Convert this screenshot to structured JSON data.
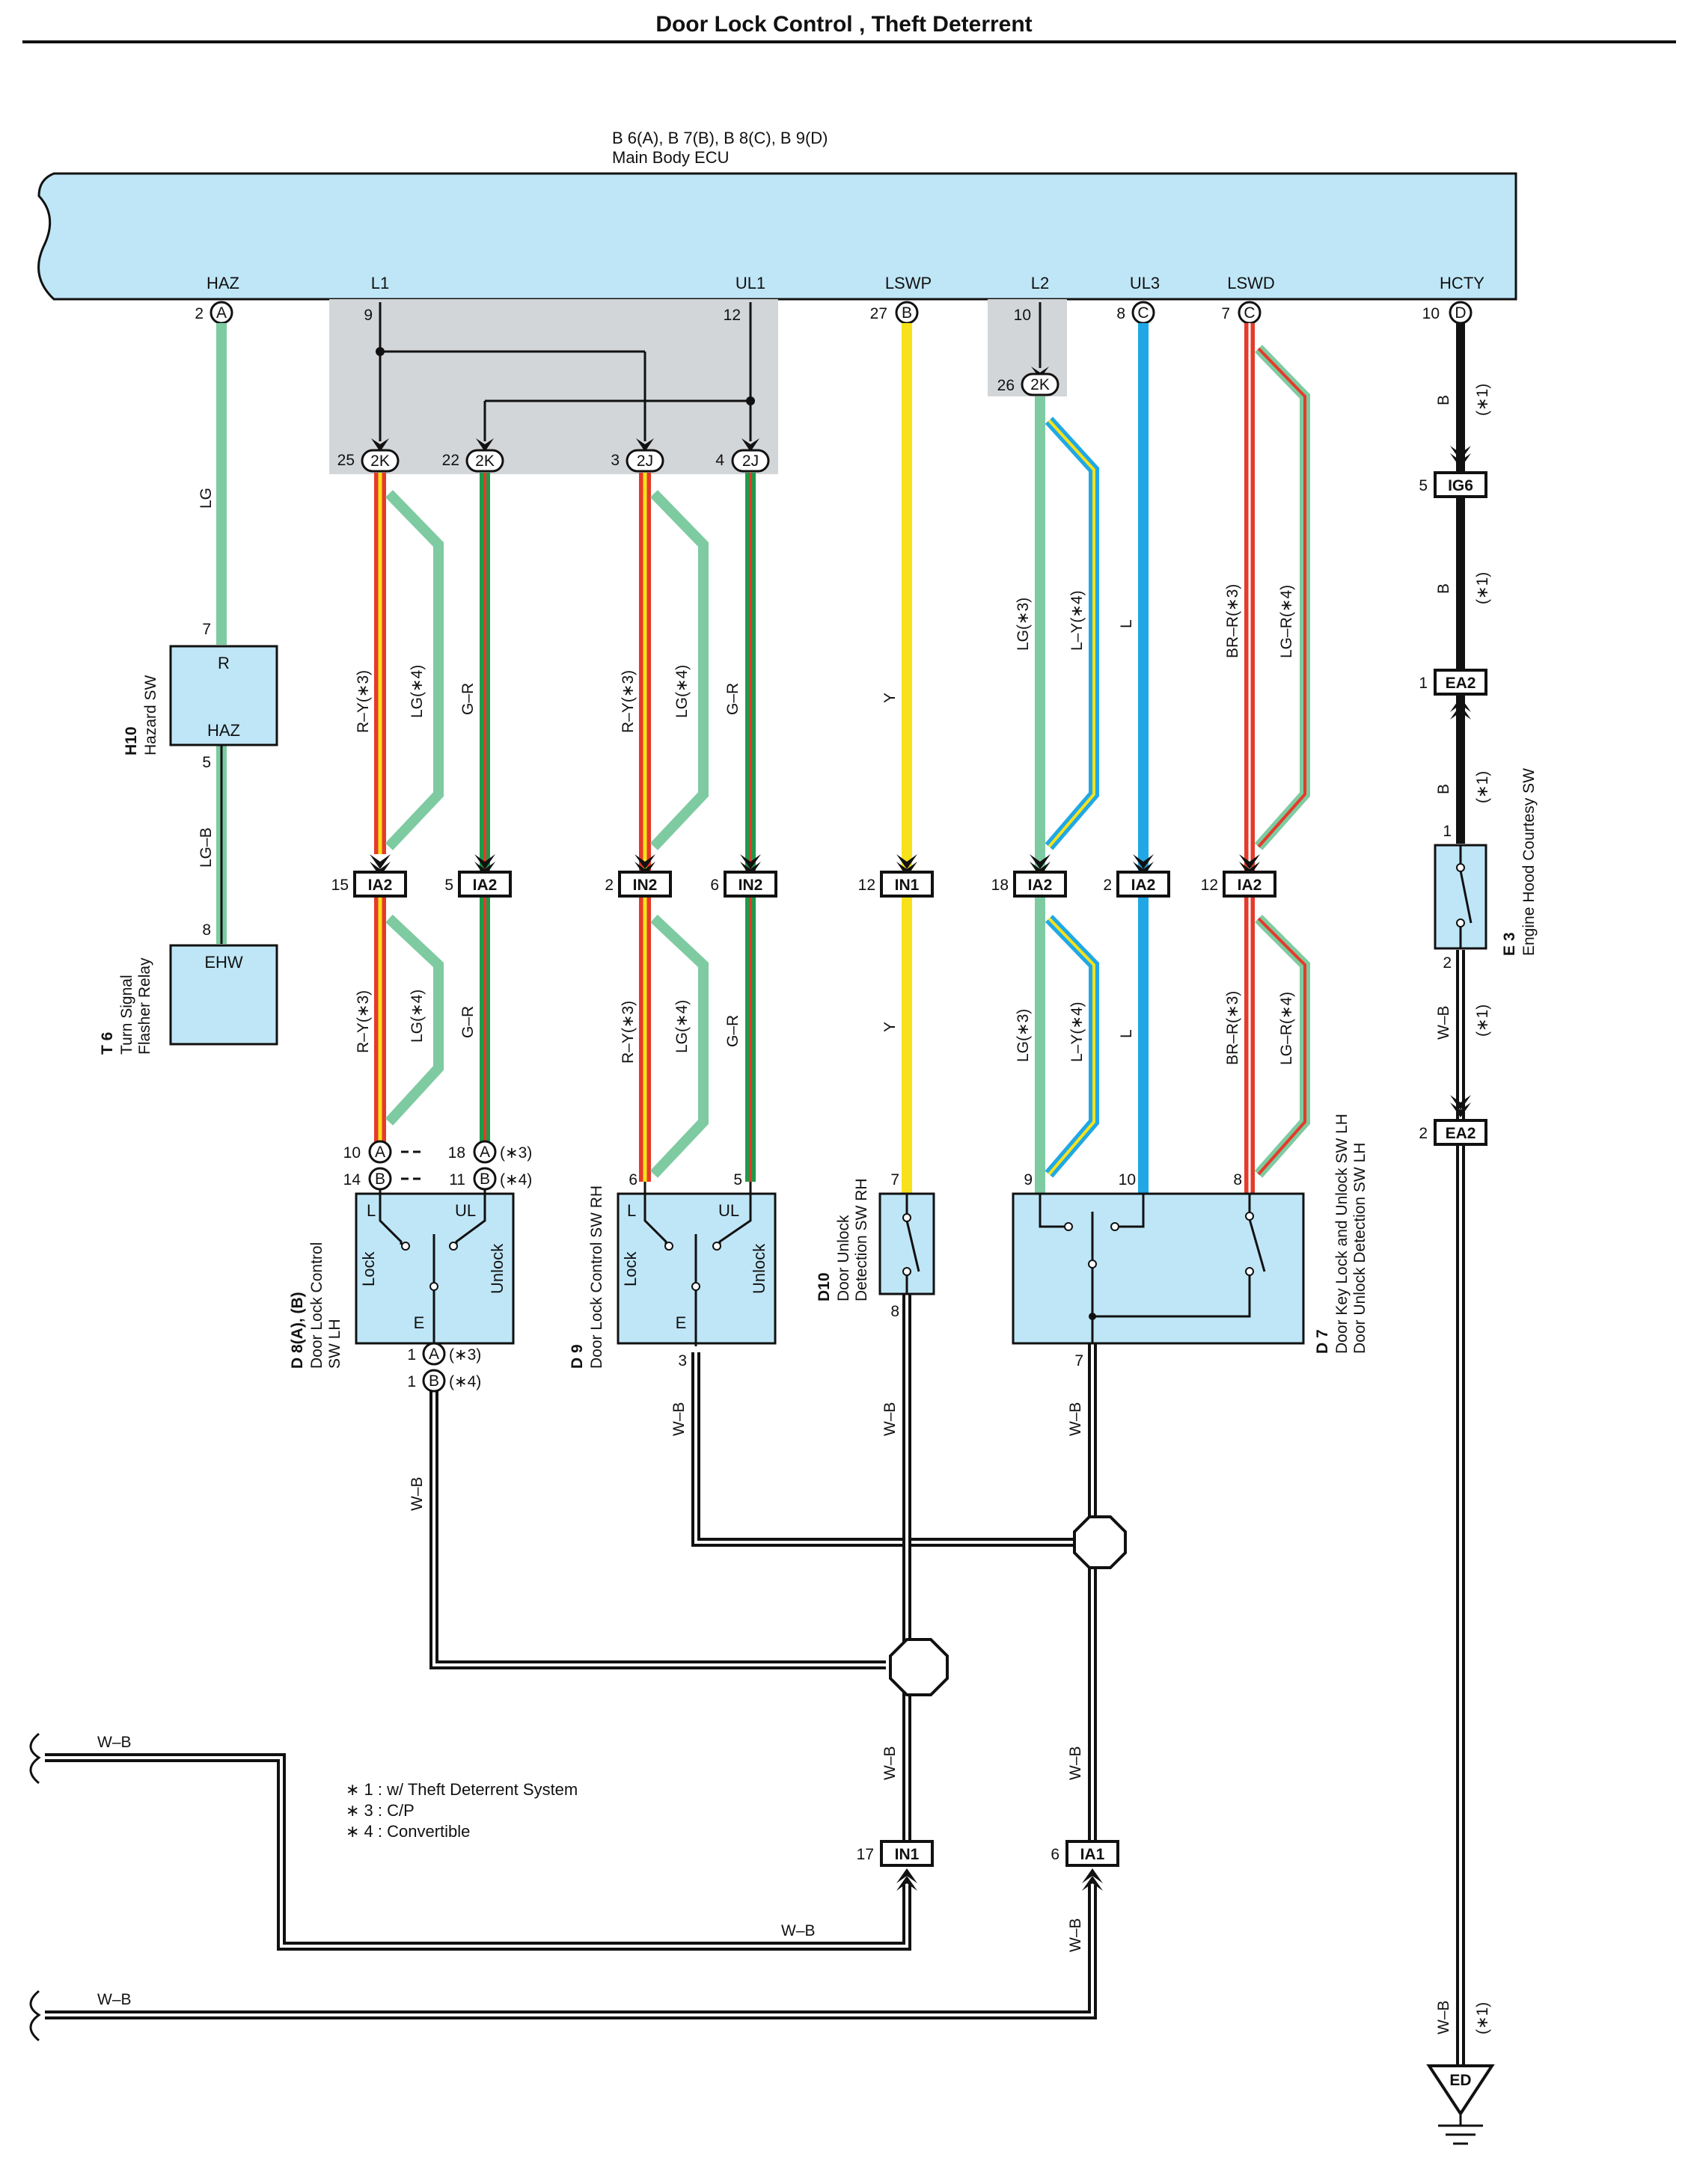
{
  "title": "Door Lock Control , Theft Deterrent",
  "ecu": {
    "codes": "B 6(A), B 7(B), B 8(C), B 9(D)",
    "name": "Main Body ECU",
    "terminals": {
      "haz": {
        "label": "HAZ",
        "pin": "2",
        "conn": "A"
      },
      "l1": {
        "label": "L1",
        "pin": "9"
      },
      "ul1": {
        "label": "UL1",
        "pin": "12"
      },
      "lswp": {
        "label": "LSWP",
        "pin": "27",
        "conn": "B"
      },
      "l2": {
        "label": "L2",
        "pin": "10"
      },
      "ul3": {
        "label": "UL3",
        "pin": "8",
        "conn": "C"
      },
      "lswd": {
        "label": "LSWD",
        "pin": "7",
        "conn": "C"
      },
      "hcty": {
        "label": "HCTY",
        "pin": "10",
        "conn": "D"
      }
    }
  },
  "junctions": {
    "j2k_a": {
      "pin": "25",
      "label": "2K"
    },
    "j2k_b": {
      "pin": "22",
      "label": "2K"
    },
    "j2j_a": {
      "pin": "3",
      "label": "2J"
    },
    "j2j_b": {
      "pin": "4",
      "label": "2J"
    },
    "j2k_c": {
      "pin": "26",
      "label": "2K"
    }
  },
  "connectors_mid": [
    {
      "pin": "15",
      "label": "IA2"
    },
    {
      "pin": "5",
      "label": "IA2"
    },
    {
      "pin": "2",
      "label": "IN2"
    },
    {
      "pin": "6",
      "label": "IN2"
    },
    {
      "pin": "12",
      "label": "IN1"
    },
    {
      "pin": "18",
      "label": "IA2"
    },
    {
      "pin": "2",
      "label": "IA2"
    },
    {
      "pin": "12",
      "label": "IA2"
    }
  ],
  "hcty_connectors": {
    "ig6": {
      "pin": "5",
      "label": "IG6"
    },
    "ea2_top": {
      "pin": "1",
      "label": "EA2"
    },
    "ea2_bottom": {
      "pin": "2",
      "label": "EA2"
    },
    "ed": {
      "label": "ED"
    }
  },
  "wire_labels": {
    "lg": "LG",
    "lg_b": "LG–B",
    "ry3": "R–Y(∗3)",
    "lg4": "LG(∗4)",
    "gr": "G–R",
    "y": "Y",
    "lg3": "LG(∗3)",
    "ly4": "L–Y(∗4)",
    "l": "L",
    "brr3": "BR–R(∗3)",
    "lgr4": "LG–R(∗4)",
    "b": "B",
    "star1": "(∗1)",
    "wb": "W–B"
  },
  "components": {
    "h10": {
      "code": "H10",
      "name": "Hazard SW",
      "pin_top": "7",
      "pin_bottom": "5",
      "t_top": "R",
      "t_bottom": "HAZ"
    },
    "t6": {
      "code": "T 6",
      "name1": "Turn Signal",
      "name2": "Flasher Relay",
      "pin": "8",
      "terminal": "EHW"
    },
    "d8": {
      "code": "D 8(A), (B)",
      "name1": "Door Lock Control",
      "name2": "SW LH",
      "t_l": "L",
      "t_ul": "UL",
      "t_e": "E",
      "lock": "Lock",
      "unlock": "Unlock",
      "pins": {
        "a10": "10",
        "a18": "18",
        "b14": "14",
        "b11": "11",
        "e1a": "1",
        "e1b": "1"
      },
      "conn_a": "A",
      "conn_b": "B",
      "star3": "(∗3)",
      "star4": "(∗4)"
    },
    "d9": {
      "code": "D 9",
      "name": "Door Lock Control SW RH",
      "t_l": "L",
      "t_ul": "UL",
      "t_e": "E",
      "lock": "Lock",
      "unlock": "Unlock",
      "p6": "6",
      "p5": "5",
      "p3": "3"
    },
    "d10": {
      "code": "D10",
      "name1": "Door Unlock",
      "name2": "Detection SW RH",
      "p7": "7",
      "p8": "8"
    },
    "d7": {
      "code": "D 7",
      "name1": "Door Key Lock and Unlock SW LH",
      "name2": "Door Unlock Detection SW LH",
      "p9": "9",
      "p10": "10",
      "p8": "8",
      "p7": "7"
    },
    "e3": {
      "code": "E 3",
      "name": "Engine Hood Courtesy SW",
      "p1": "1",
      "p2": "2"
    }
  },
  "ground_connectors": {
    "in1": {
      "pin": "17",
      "label": "IN1"
    },
    "ia1": {
      "pin": "6",
      "label": "IA1"
    }
  },
  "notes": [
    "∗ 1 : w/ Theft Deterrent System",
    "∗ 3 : C/P",
    "∗ 4 : Convertible"
  ],
  "colors": {
    "ecu_fill": "#bfe6f7",
    "light_green": "#7ecba1",
    "red": "#e53a2a",
    "yellow": "#f7e21a",
    "green": "#1f9a4a",
    "blue": "#20a8e6",
    "brown": "#8b5a2b",
    "black": "#111111",
    "shade": "#d3d6d9"
  }
}
